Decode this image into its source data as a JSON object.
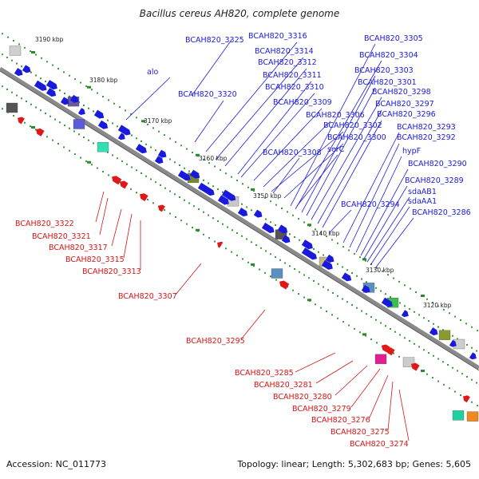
{
  "title": "Bacillus cereus AH820, complete genome",
  "accession": "Accession: NC_011773",
  "footer": "Topology: linear; Length: 5,302,683 bp; Genes: 5,605",
  "ticks": [
    "3190 kbp",
    "3180 kbp",
    "3170 kbp",
    "3160 kbp",
    "3150 kbp",
    "3140 kbp",
    "3130 kbp",
    "3120 kbp"
  ],
  "top_labels": [
    "BCAH820_3325",
    "BCAH820_3316",
    "BCAH820_3314",
    "BCAH820_3312",
    "BCAH820_3311",
    "BCAH820_3310",
    "alo",
    "BCAH820_3320",
    "BCAH820_3309",
    "BCAH820_3305",
    "BCAH820_3304",
    "BCAH820_3303",
    "BCAH820_3301",
    "BCAH820_3298",
    "BCAH820_3297",
    "BCAH820_3306",
    "BCAH820_3296",
    "BCAH820_3302",
    "BCAH820_3300",
    "serC",
    "BCAH820_3308",
    "BCAH820_3293",
    "BCAH820_3292",
    "hypF",
    "BCAH820_3290",
    "BCAH820_3289",
    "sdaAB1",
    "sdaAA1",
    "BCAH820_3294",
    "BCAH820_3286"
  ],
  "bottom_labels": [
    "BCAH820_3322",
    "BCAH820_3321",
    "BCAH820_3317",
    "BCAH820_3315",
    "BCAH820_3313",
    "BCAH820_3307",
    "BCAH820_3295",
    "BCAH820_3285",
    "BCAH820_3281",
    "BCAH820_3280",
    "BCAH820_3279",
    "BCAH820_3276",
    "BCAH820_3275",
    "BCAH820_3274"
  ],
  "colors": {
    "backbone": "#8a8a8a",
    "forward_gene": "#1a1add",
    "reverse_gene": "#e01818",
    "top_label": "#1a1adb",
    "bottom_label": "#d61515",
    "tick_dot": "#2a8a2a"
  }
}
